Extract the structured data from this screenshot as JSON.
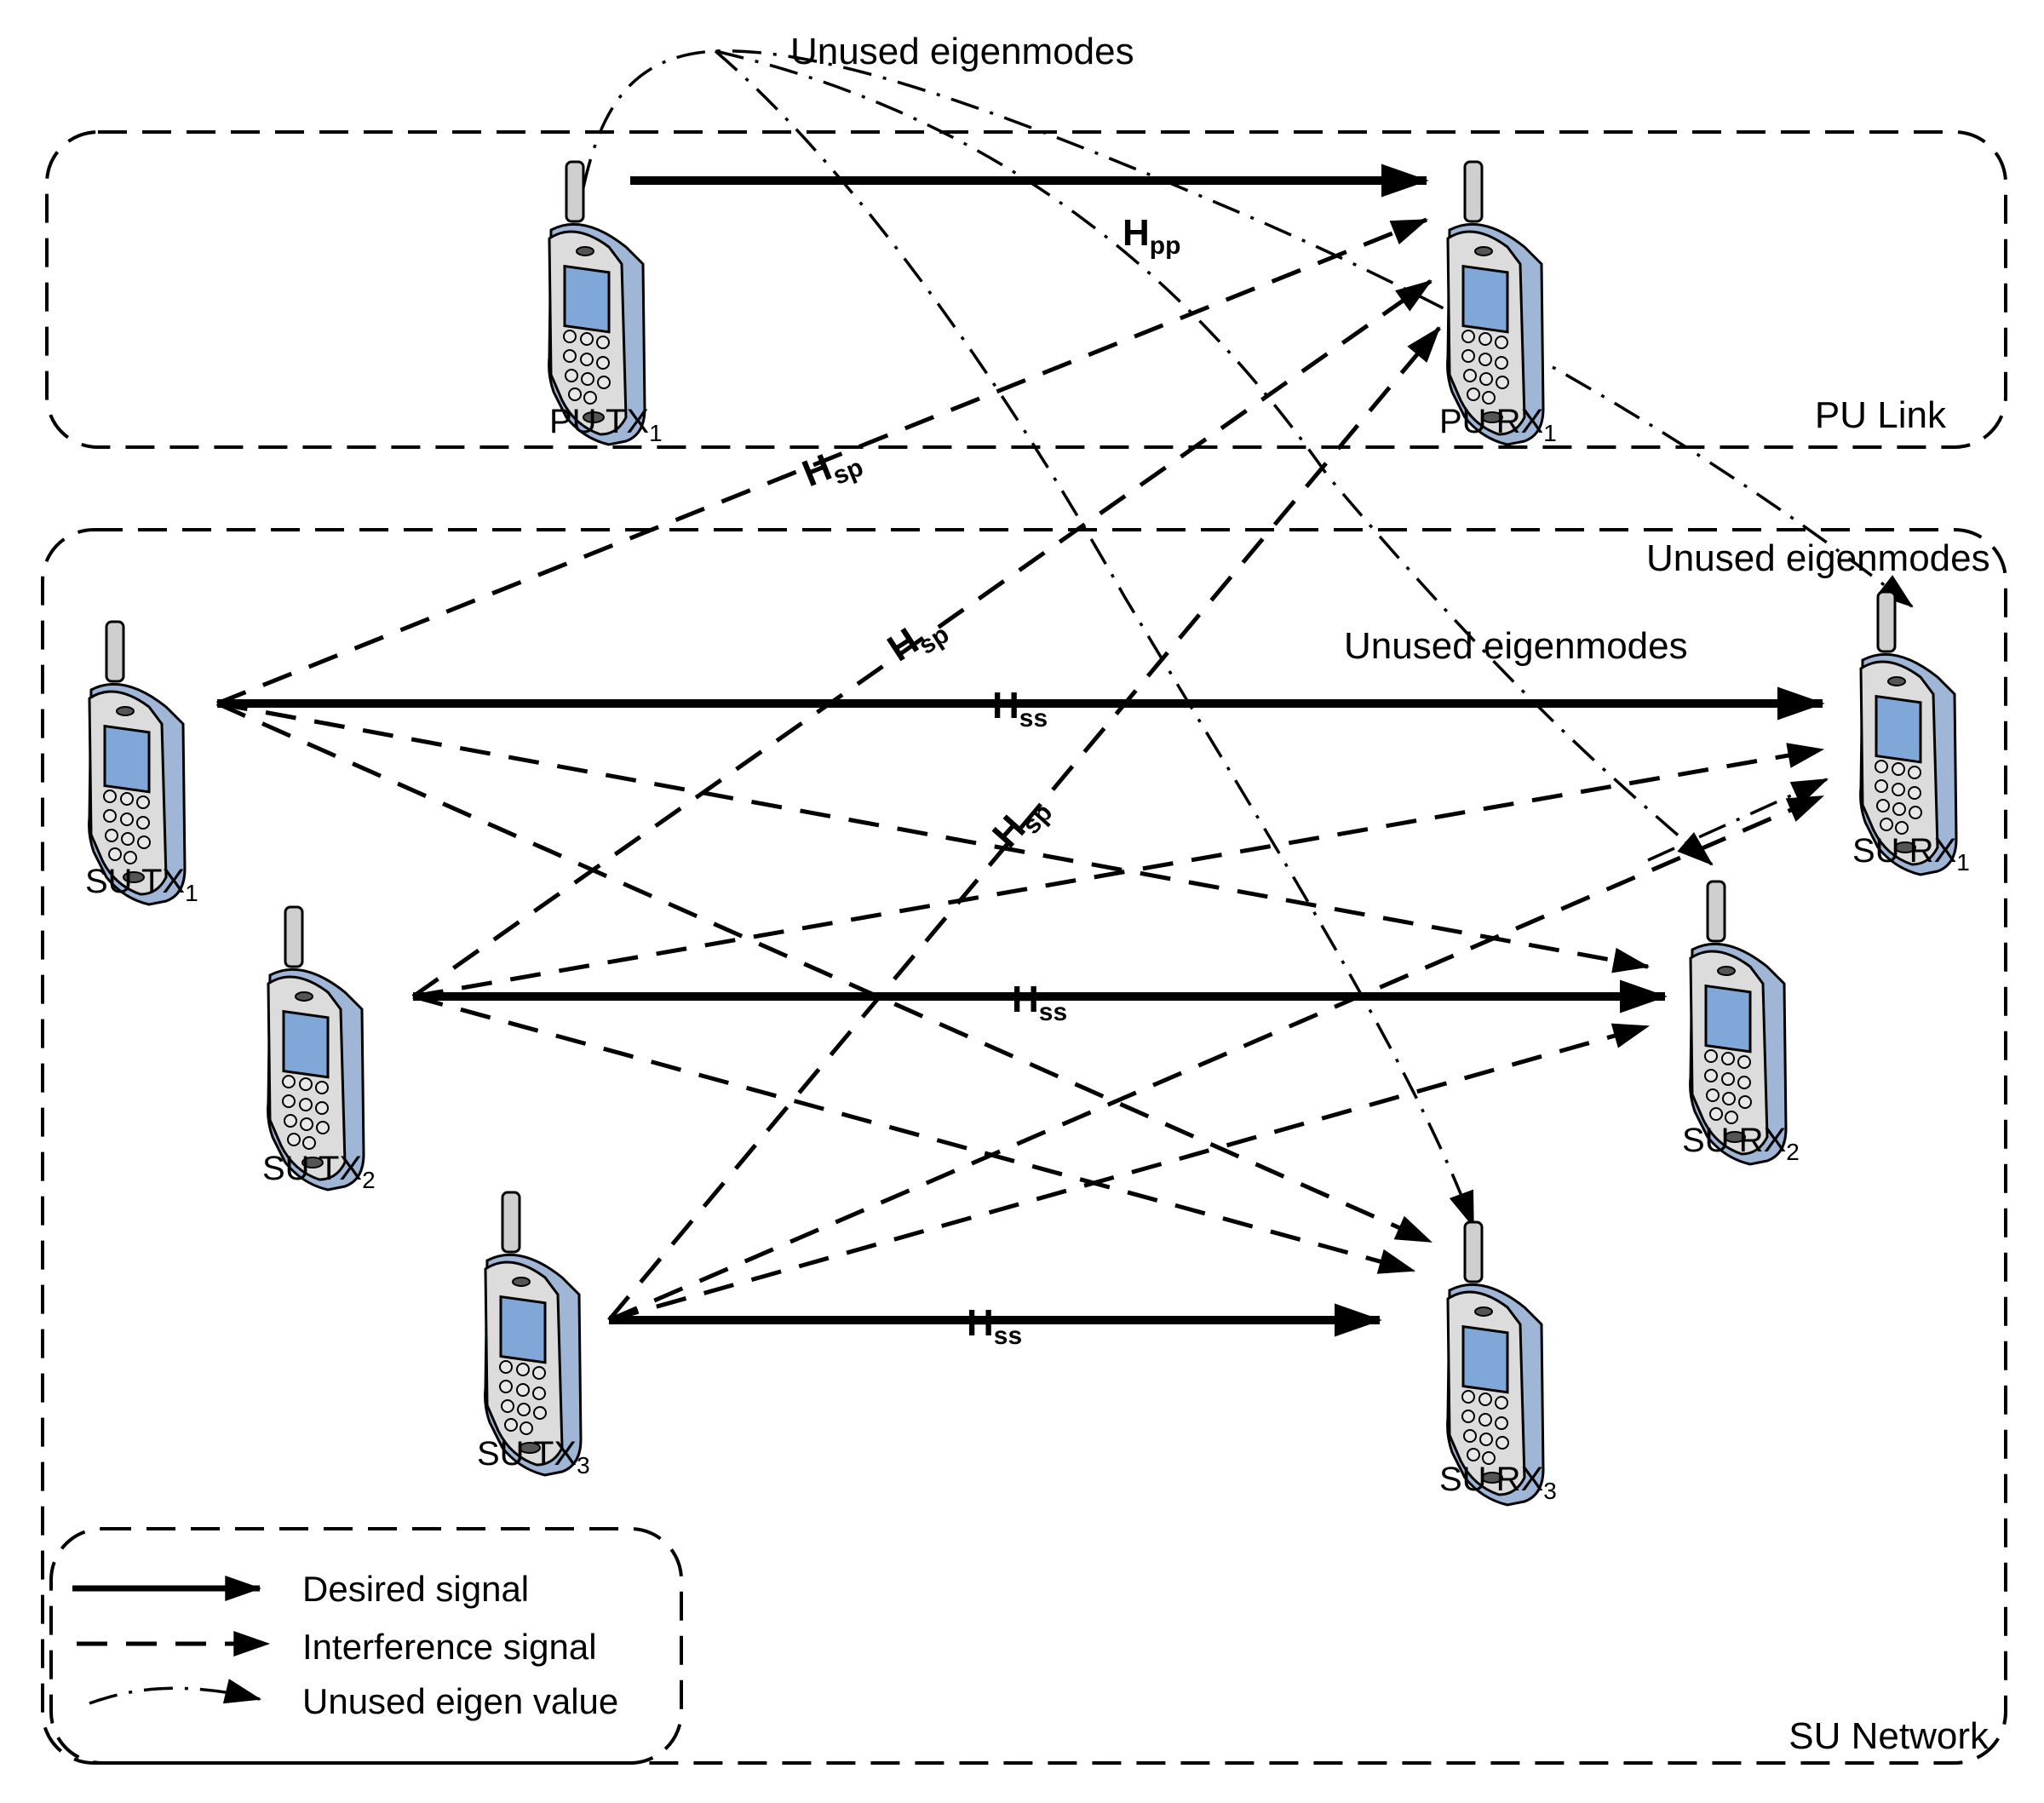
{
  "regions": {
    "pu_link": "PU Link",
    "su_network": "SU Network"
  },
  "nodes": {
    "pu_tx1": {
      "name": "PU TX",
      "sub": "1"
    },
    "pu_rx1": {
      "name": "PU RX",
      "sub": "1"
    },
    "su_tx1": {
      "name": "SU TX",
      "sub": "1"
    },
    "su_tx2": {
      "name": "SU TX",
      "sub": "2"
    },
    "su_tx3": {
      "name": "SU TX",
      "sub": "3"
    },
    "su_rx1": {
      "name": "SU RX",
      "sub": "1"
    },
    "su_rx2": {
      "name": "SU RX",
      "sub": "2"
    },
    "su_rx3": {
      "name": "SU RX",
      "sub": "3"
    }
  },
  "channels": {
    "hpp": {
      "base": "H",
      "sub": "pp"
    },
    "hsp_1": {
      "base": "H",
      "sub": "sp"
    },
    "hsp_2": {
      "base": "H",
      "sub": "sp"
    },
    "hsp_3": {
      "base": "H",
      "sub": "sp"
    },
    "hss_1": {
      "base": "H",
      "sub": "ss"
    },
    "hss_2": {
      "base": "H",
      "sub": "ss"
    },
    "hss_3": {
      "base": "H",
      "sub": "ss"
    }
  },
  "annotations": {
    "unused_top": "Unused eigenmodes",
    "unused_su_rx1": "Unused eigenmodes",
    "unused_middle": "Unused eigenmodes"
  },
  "legend": {
    "desired": "Desired signal",
    "interference": "Interference signal",
    "unused": "Unused eigen value"
  },
  "colors": {
    "phone_body": "#9fb6d6",
    "phone_face": "#dcdcdc",
    "phone_screen": "#7fa8d8",
    "line": "#000000"
  }
}
